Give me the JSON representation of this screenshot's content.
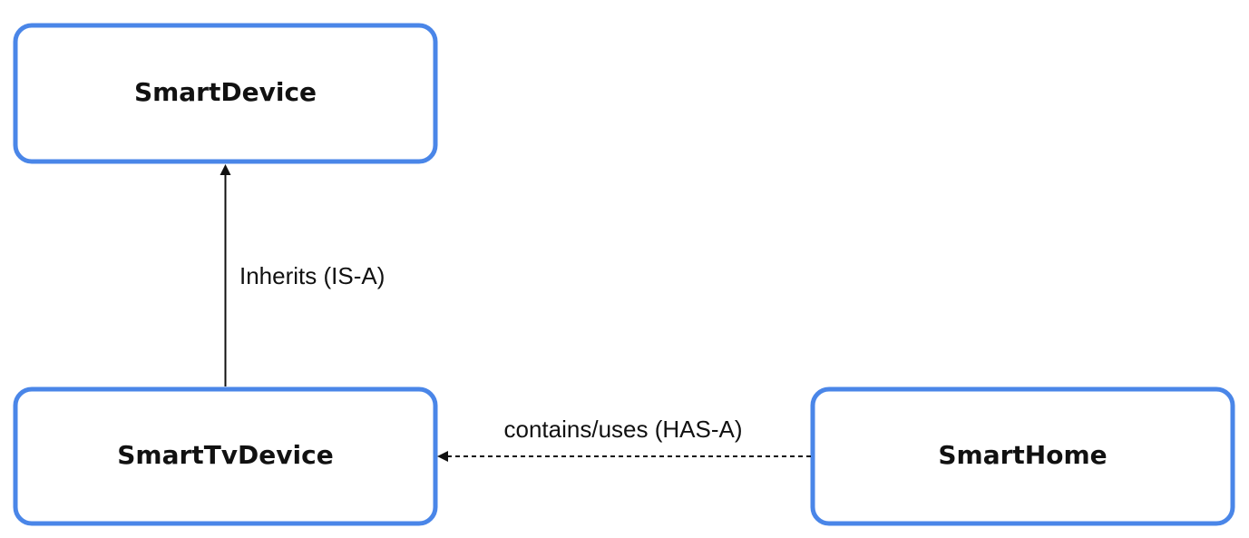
{
  "nodes": {
    "smart_device": "SmartDevice",
    "smart_tv_device": "SmartTvDevice",
    "smart_home": "SmartHome"
  },
  "edges": {
    "inherits": "Inherits (IS-A)",
    "has_a": "contains/uses (HAS-A)"
  },
  "colors": {
    "node_border": "#4a86e8",
    "text": "#111111"
  }
}
